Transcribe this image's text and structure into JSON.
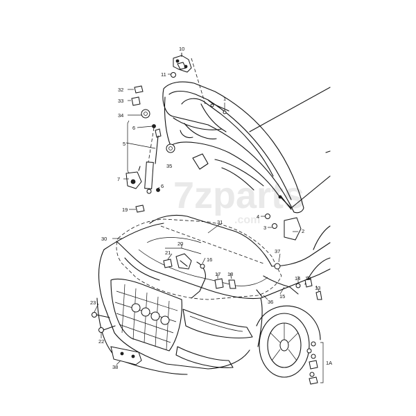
{
  "watermark": {
    "brand": "7zparts",
    "domain": ".com"
  },
  "callouts": {
    "c1": "1",
    "c2": "2",
    "c3": "3",
    "c4": "4",
    "c5": "5",
    "c6a": "6",
    "c6b": "6",
    "c7": "7",
    "c10": "10",
    "c11": "11",
    "c12": "12",
    "c13": "13",
    "c14": "14",
    "c15": "15",
    "c16": "16",
    "c17": "17",
    "c18": "18",
    "c19": "19",
    "c20": "20",
    "c21": "21",
    "c22": "22",
    "c23": "23",
    "c30": "30",
    "c31": "31",
    "c32": "32",
    "c33": "33",
    "c34": "34",
    "c35": "35",
    "c36": "36",
    "c37": "37",
    "c38": "38",
    "c1A": "1A"
  }
}
